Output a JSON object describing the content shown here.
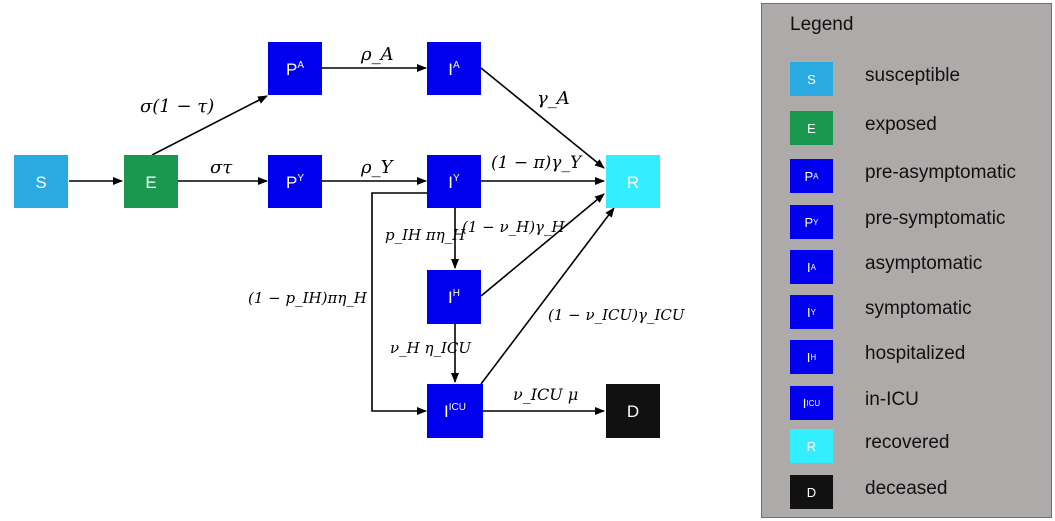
{
  "nodes": {
    "S": {
      "text": "S",
      "sup": ""
    },
    "E": {
      "text": "E",
      "sup": ""
    },
    "PA": {
      "text": "P",
      "sup": "A"
    },
    "PY": {
      "text": "P",
      "sup": "Y"
    },
    "IA": {
      "text": "I",
      "sup": "A"
    },
    "IY": {
      "text": "I",
      "sup": "Y"
    },
    "IH": {
      "text": "I",
      "sup": "H"
    },
    "ICU": {
      "text": "I",
      "sup": "ICU"
    },
    "R": {
      "text": "R",
      "sup": ""
    },
    "D": {
      "text": "D",
      "sup": ""
    }
  },
  "colors": {
    "S": "#29abe2",
    "E": "#1a9850",
    "P": "#0000ee",
    "I": "#0000ee",
    "R": "#33eeff",
    "D": "#111111",
    "legend_bg": "#aeaaaa"
  },
  "rates": {
    "e_pa": "σ(1 − τ)",
    "e_py": "στ",
    "pa_ia": "ρ_A",
    "py_iy": "ρ_Y",
    "ia_r": "γ_A",
    "iy_r": "(1 − π)γ_Y",
    "iy_ih": "p_IH πη_H",
    "ih_r": "(1 − ν_H)γ_H",
    "iy_icu": "(1 − p_IH)πη_H",
    "ih_icu": "ν_H η_ICU",
    "icu_r": "(1 − ν_ICU)γ_ICU",
    "icu_d": "ν_ICU μ"
  },
  "legend": {
    "title": "Legend",
    "items": [
      {
        "swatch": "S",
        "sup": "",
        "label": "susceptible",
        "color": "#29abe2"
      },
      {
        "swatch": "E",
        "sup": "",
        "label": "exposed",
        "color": "#1a9850"
      },
      {
        "swatch": "P",
        "sup": "A",
        "label": "pre-asymptomatic",
        "color": "#0000ee"
      },
      {
        "swatch": "P",
        "sup": "Y",
        "label": "pre-symptomatic",
        "color": "#0000ee"
      },
      {
        "swatch": "I",
        "sup": "A",
        "label": "asymptomatic",
        "color": "#0000ee"
      },
      {
        "swatch": "I",
        "sup": "Y",
        "label": "symptomatic",
        "color": "#0000ee"
      },
      {
        "swatch": "I",
        "sup": "H",
        "label": "hospitalized",
        "color": "#0000ee"
      },
      {
        "swatch": "I",
        "sup": "ICU",
        "label": "in-ICU",
        "color": "#0000ee"
      },
      {
        "swatch": "R",
        "sup": "",
        "label": "recovered",
        "color": "#33eeff"
      },
      {
        "swatch": "D",
        "sup": "",
        "label": "deceased",
        "color": "#111111"
      }
    ]
  }
}
